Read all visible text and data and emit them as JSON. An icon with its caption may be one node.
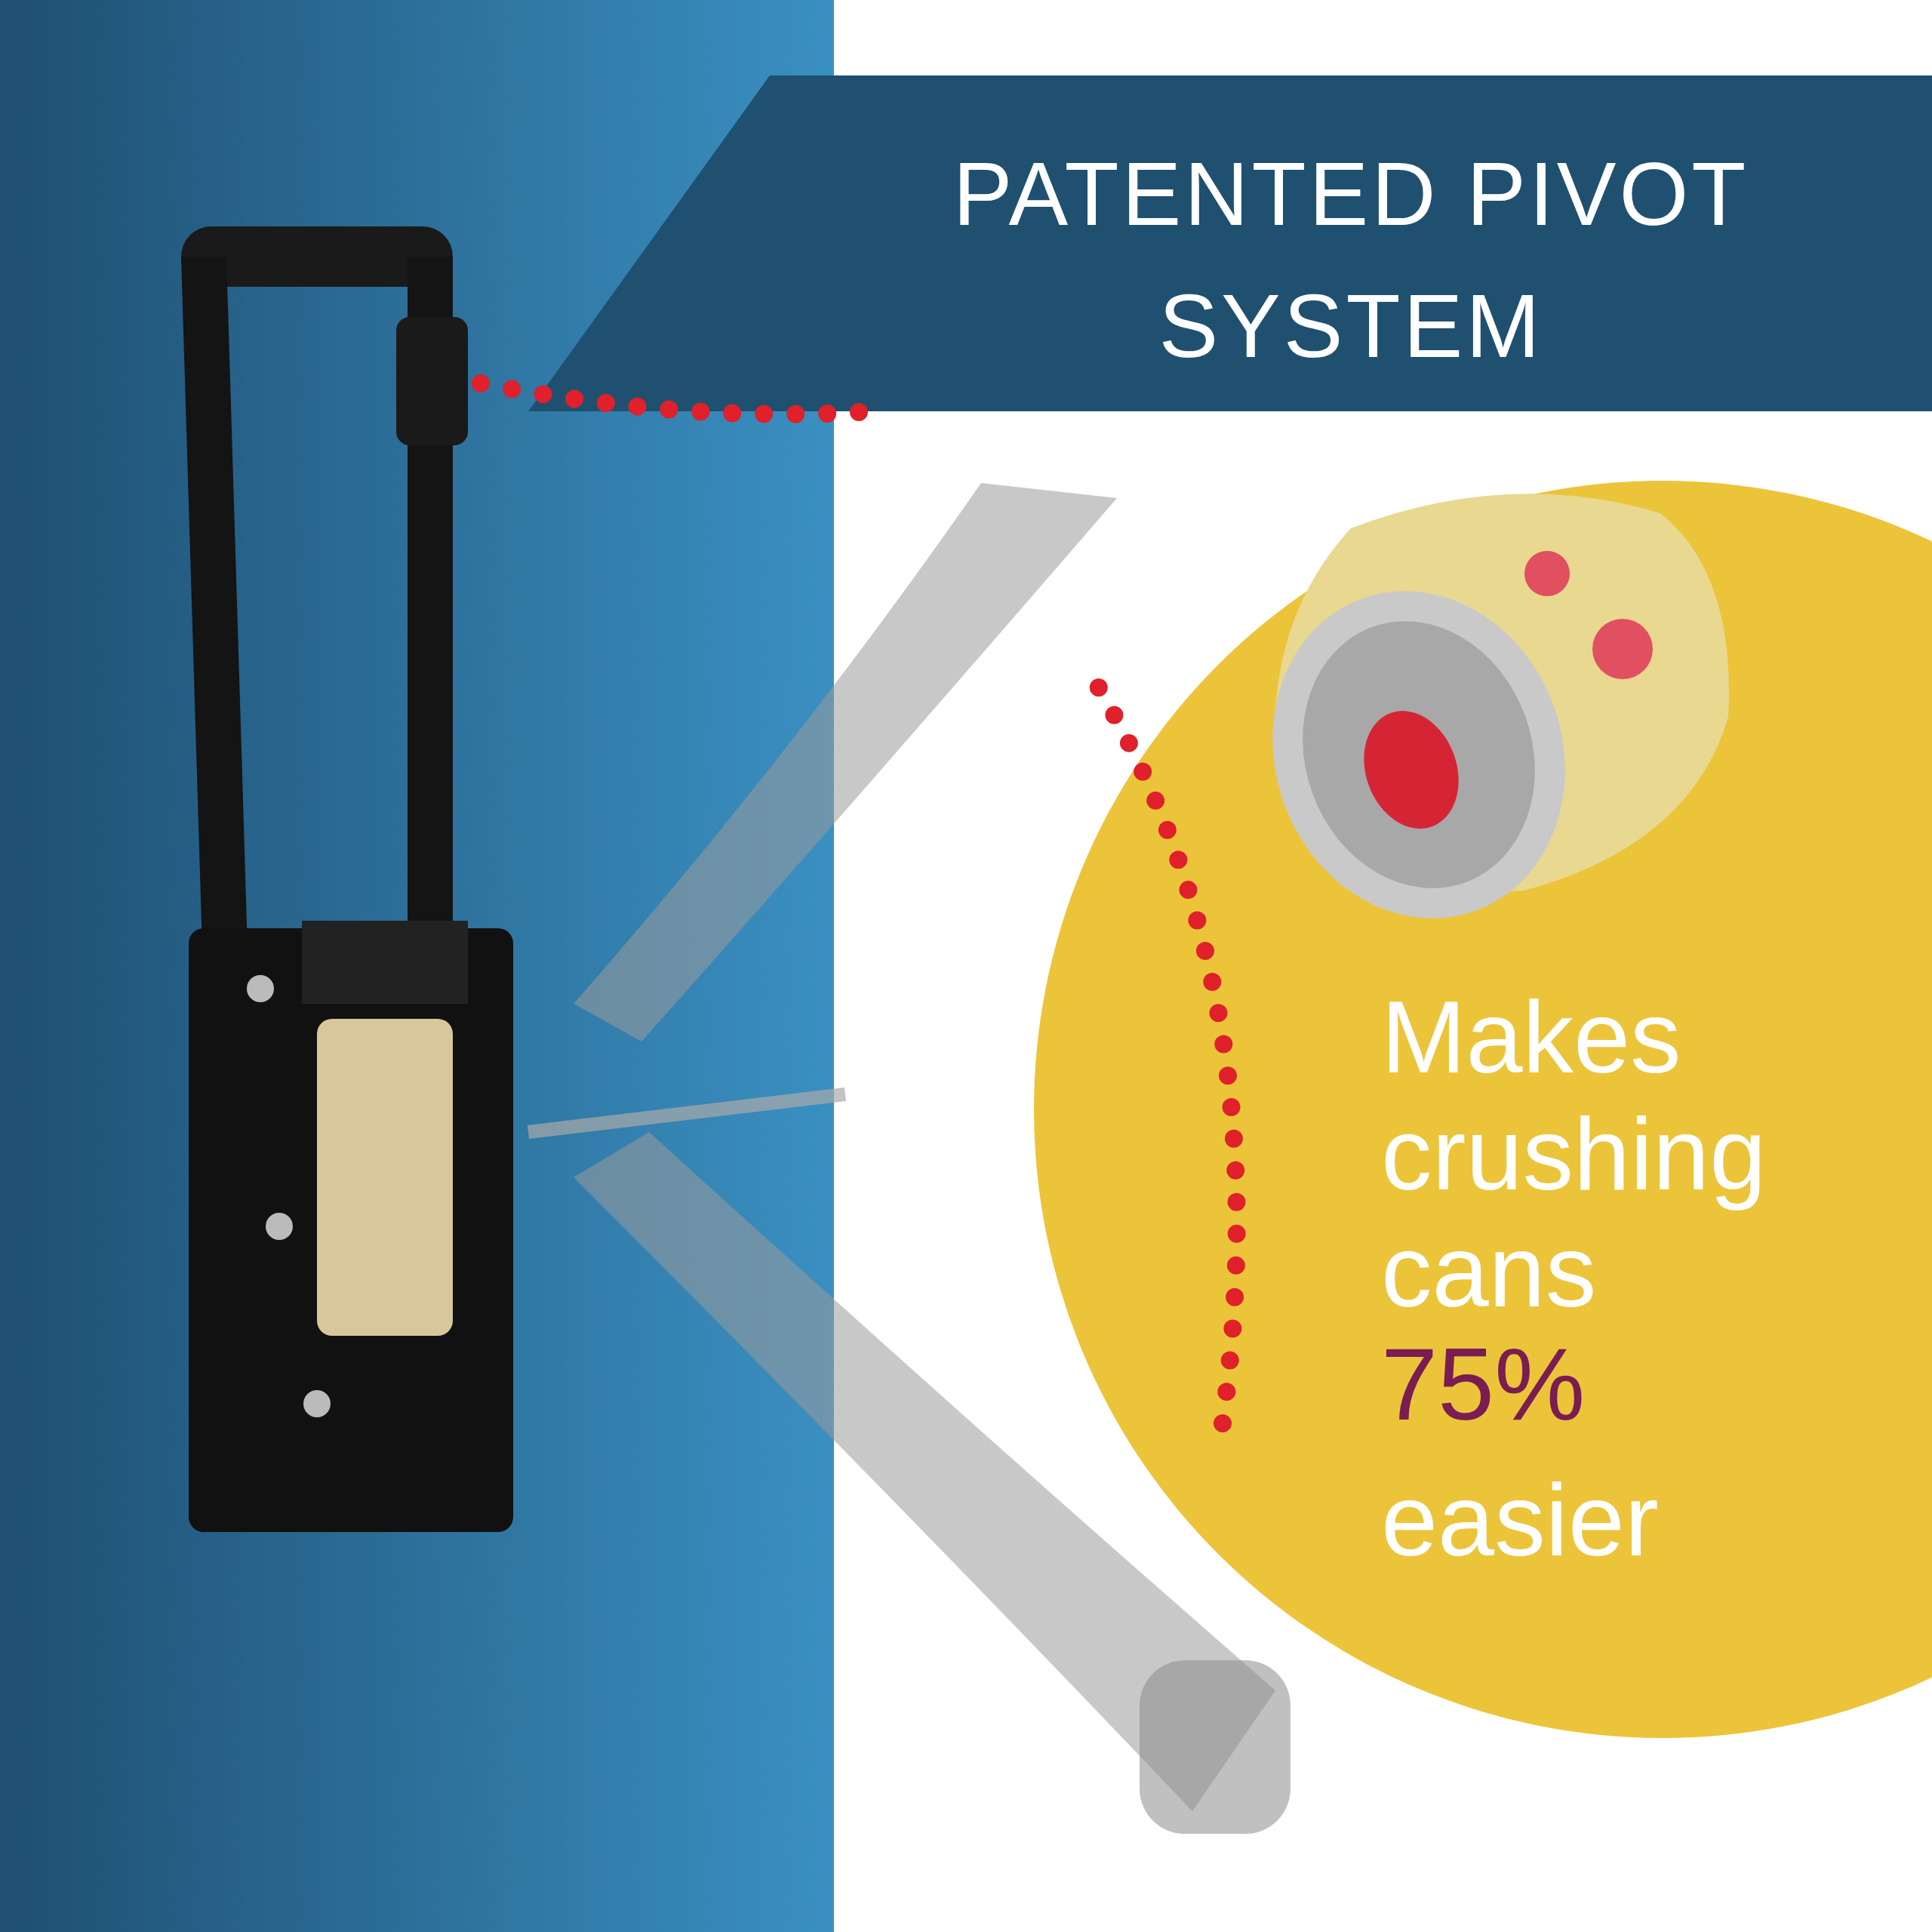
{
  "diagram": {
    "nodes": [
      {
        "text": [
          "PATENTED PIVOT SYSTEM"
        ]
      },
      {
        "text": [],
        "shape": "box"
      },
      {
        "text": [
          "Makes crushing cans",
          "75%",
          "easier"
        ]
      }
    ],
    "edges": [
      {
        "from": 0,
        "to": 1,
        "arrow": "none",
        "style": "dashed",
        "color": "#e0202a"
      },
      {
        "from": 2,
        "to": null,
        "arrow": "none",
        "style": "dashed",
        "color": "#e0202a"
      }
    ]
  }
}
